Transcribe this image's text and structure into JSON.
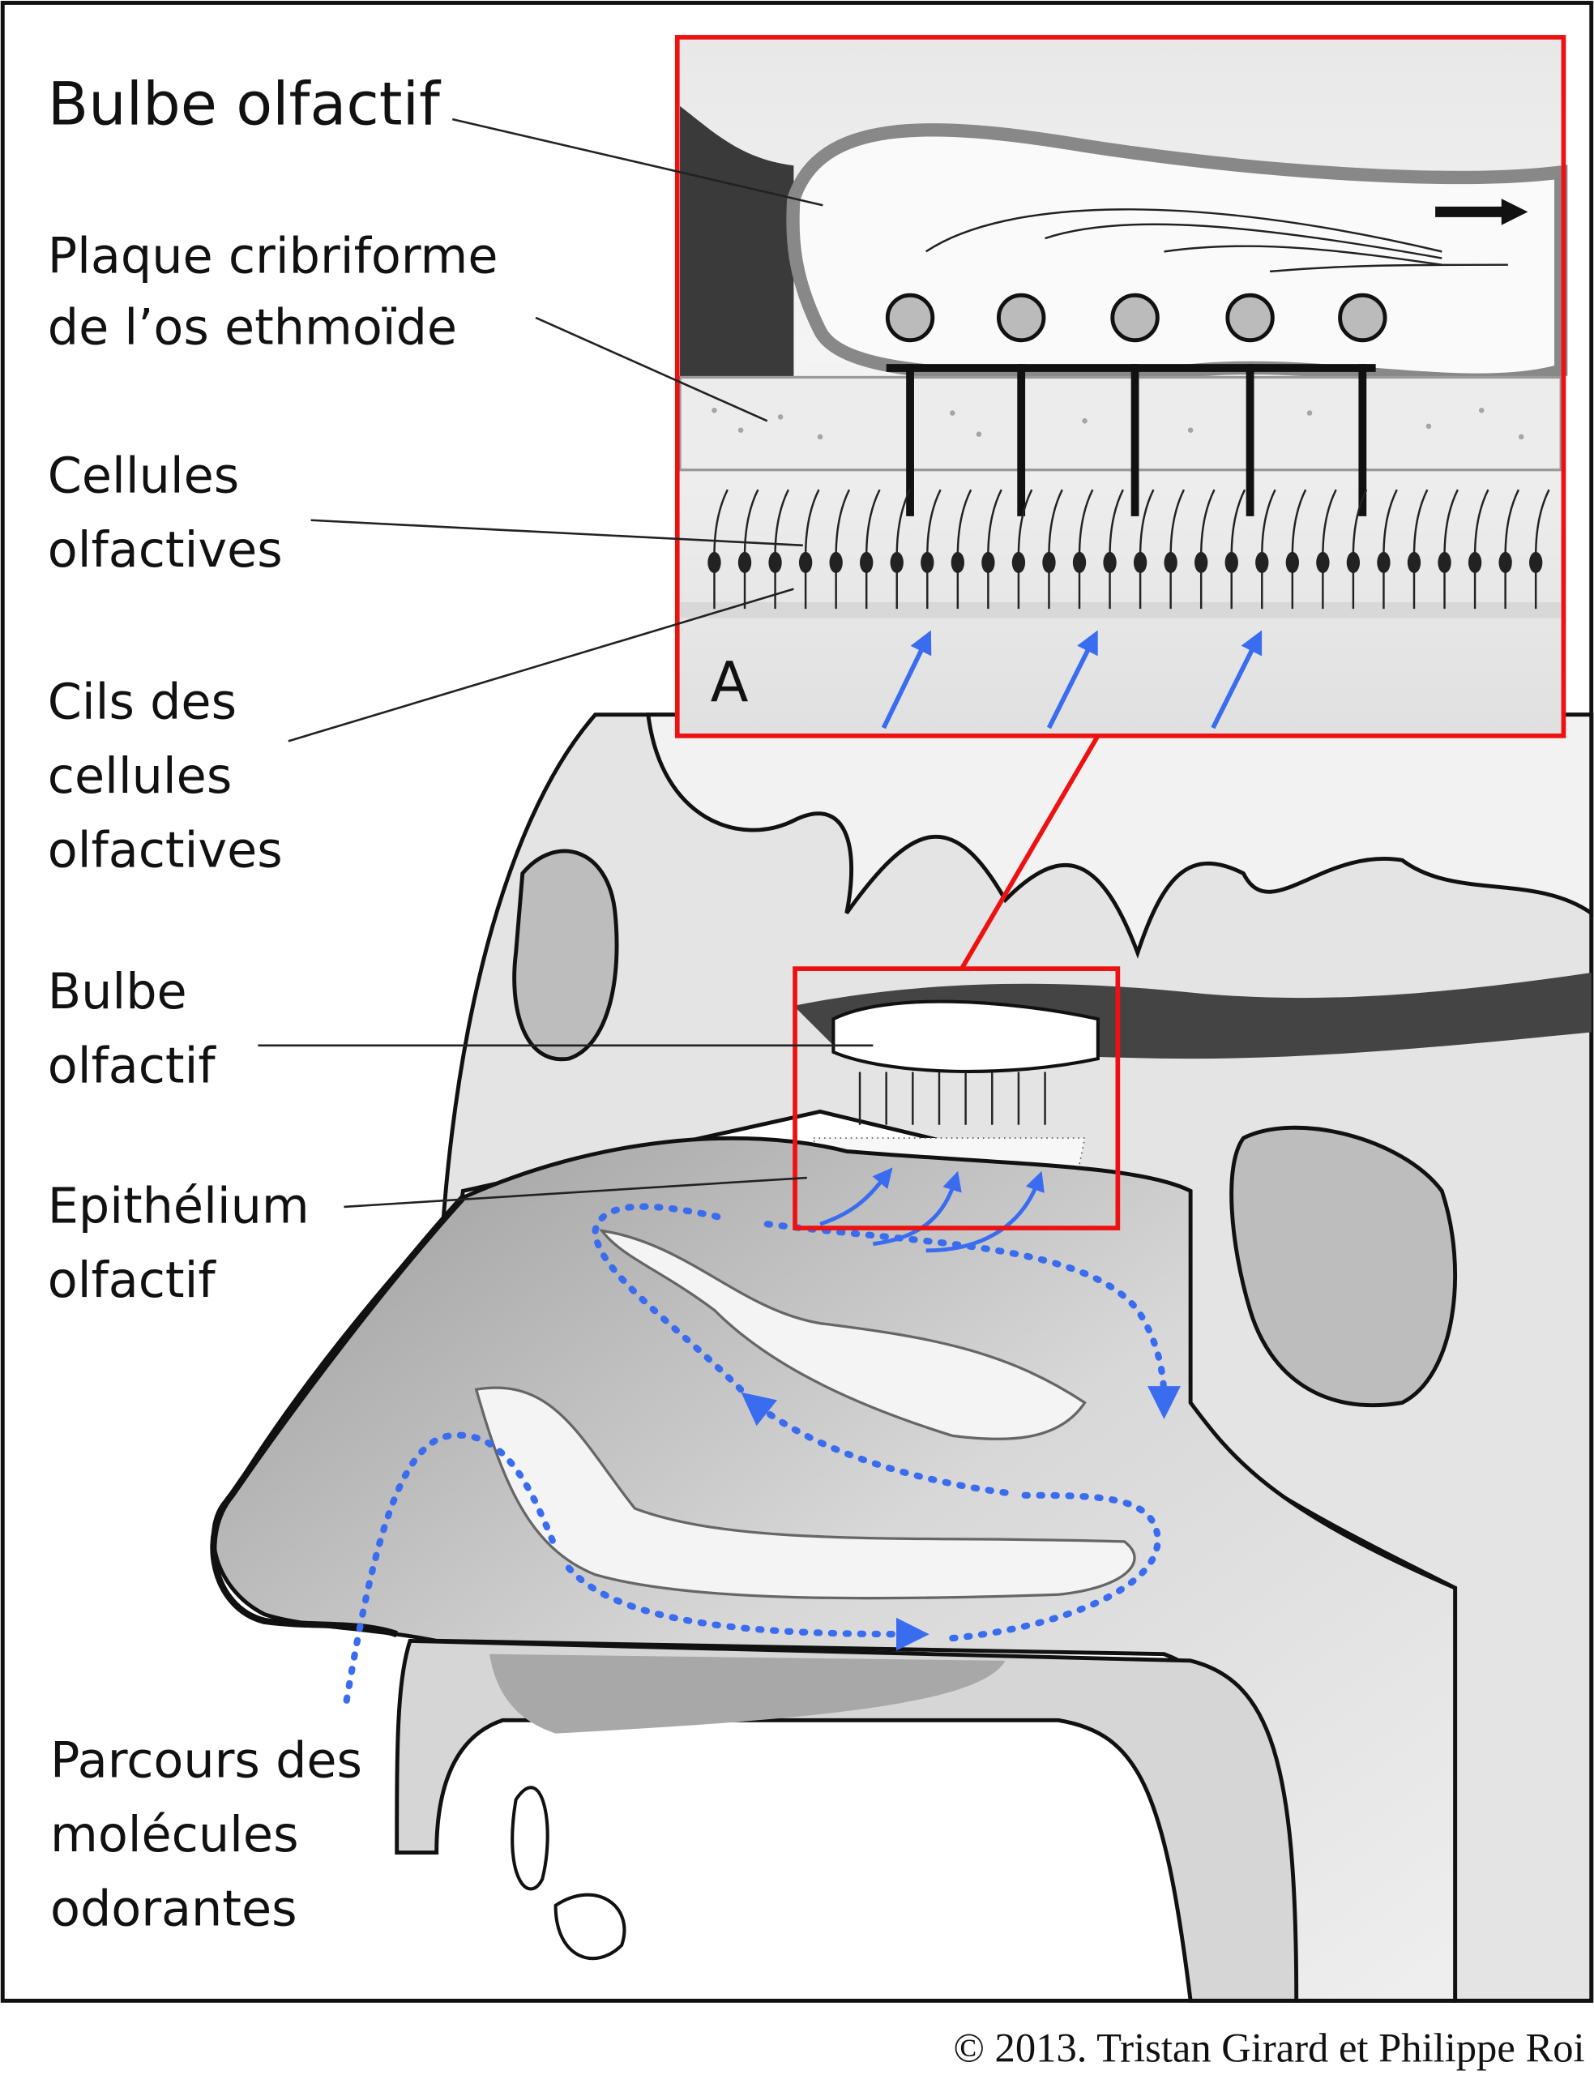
{
  "labels": {
    "bulbe_olfactif_top": "Bulbe olfactif",
    "plaque_line1": "Plaque cribriforme",
    "plaque_line2": "de l’os ethmoïde",
    "cellules_line1": "Cellules",
    "cellules_line2": "olfactives",
    "cils_line1": "Cils des",
    "cils_line2": "cellules",
    "cils_line3": "olfactives",
    "bulbe_line1": "Bulbe",
    "bulbe_line2": "olfactif",
    "epith_line1": "Epithélium",
    "epith_line2": "olfactif",
    "parcours_line1": "Parcours des",
    "parcours_line2": "molécules",
    "parcours_line3": "odorantes"
  },
  "inset_label": "A",
  "copyright": "© 2013. Tristan Girard et Philippe Roi",
  "colors": {
    "highlight_box": "#ee1111",
    "airflow": "#3a6cf0"
  }
}
